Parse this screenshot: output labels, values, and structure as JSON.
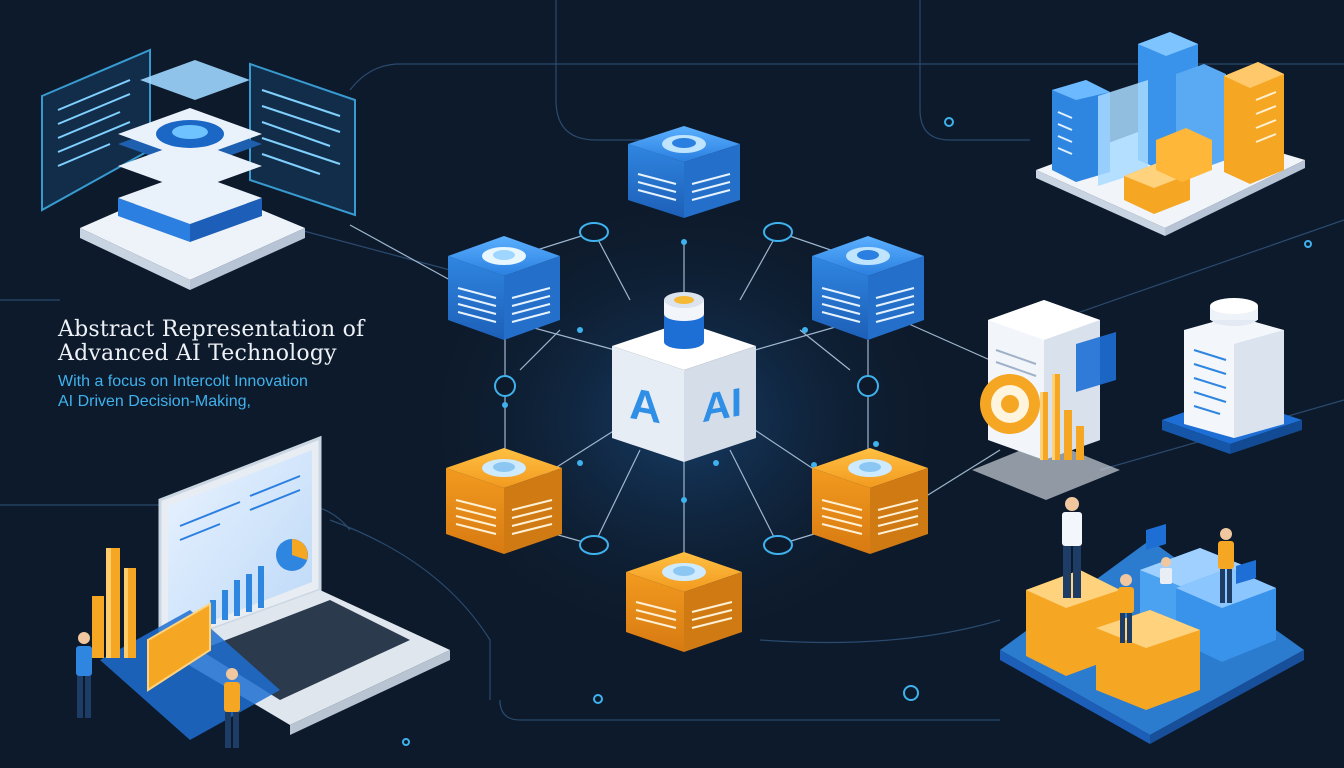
{
  "headline": {
    "line1": "Abstract Representation of",
    "line2": "Advanced AI Technology"
  },
  "subtitle": {
    "line1": "With a focus on Intercolt Innovation",
    "line2": "AI Driven Decision-Making,"
  },
  "hub": {
    "left_letter": "A",
    "right_letter": "AI"
  },
  "colors": {
    "background": "#0d1a2b",
    "blue_node": "#2f86e0",
    "orange_node": "#f29a1f",
    "hub": "#f3f6fa",
    "subtitle": "#3fb2ee"
  },
  "icons": [
    "server-stack-icon",
    "data-center-icon",
    "laptop-dashboard-icon",
    "analytics-server-icon",
    "people-collaboration-icon"
  ]
}
